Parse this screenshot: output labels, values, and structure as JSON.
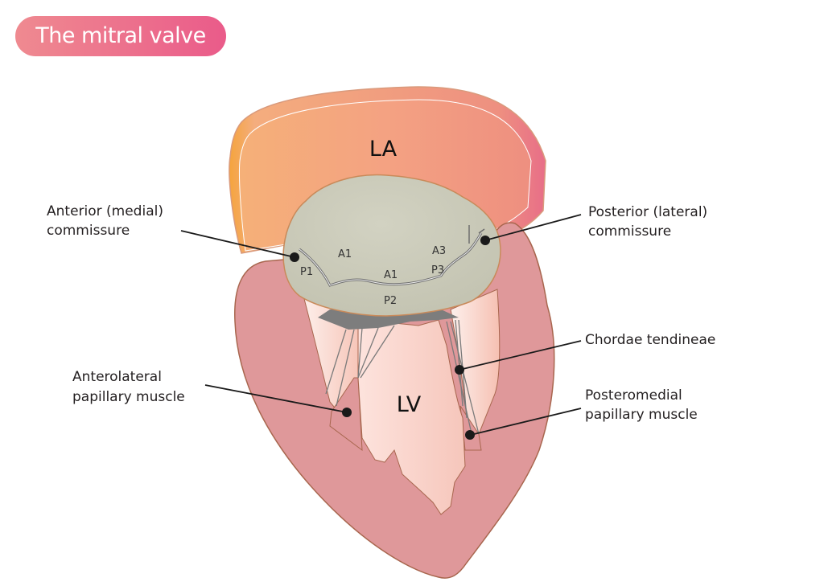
{
  "title": "The mitral valve",
  "regions": {
    "la": "LA",
    "lv": "LV"
  },
  "leaflets": {
    "a1_left": "A1",
    "a1_center": "A1",
    "a3": "A3",
    "p1": "P1",
    "p2": "P2",
    "p3": "P3"
  },
  "labels": {
    "anterior_commissure": [
      "Anterior (medial)",
      "commissure"
    ],
    "posterior_commissure": [
      "Posterior (lateral)",
      "commissure"
    ],
    "chordae_tendineae": [
      "Chordae tendineae"
    ],
    "anterolateral_papillary": [
      "Anterolateral",
      "papillary muscle"
    ],
    "posteromedial_papillary": [
      "Posteromedial",
      "papillary muscle"
    ]
  },
  "colors": {
    "title_gradient_start": "#ef8a90",
    "title_gradient_end": "#ea5b8a",
    "atrium": "#f4a282",
    "ventricle_wall": "#df989a",
    "valve": "#c9c9b8",
    "cavity": "#f9d6cf",
    "chordae": "#7a7a7a",
    "pointer": "#1a1a1a"
  }
}
